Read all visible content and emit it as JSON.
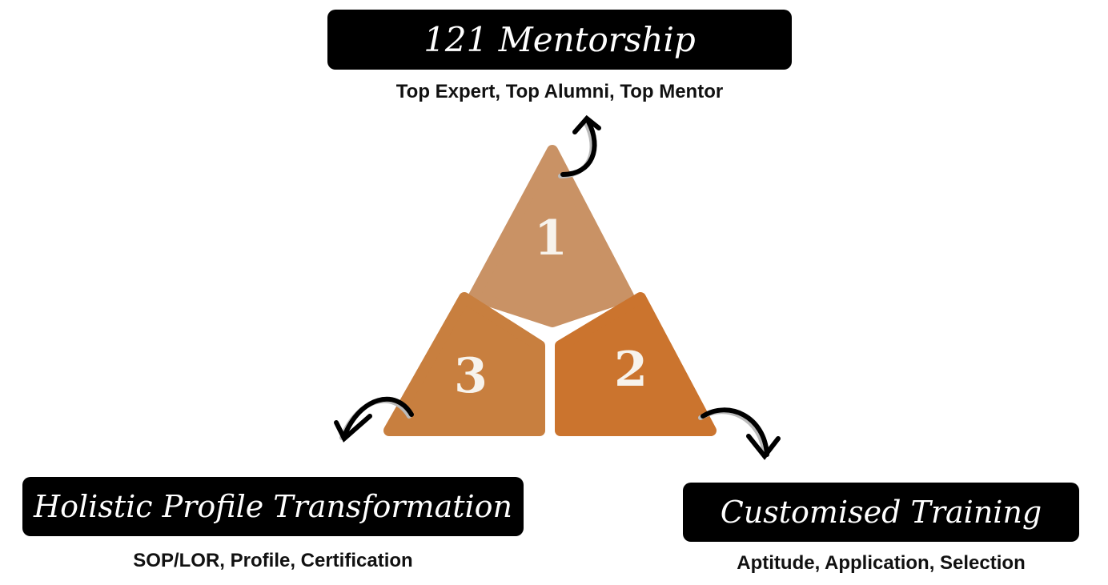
{
  "top": {
    "title": "121 Mentorship",
    "subtitle": "Top Expert, Top Alumni, Top Mentor"
  },
  "left": {
    "title": "Holistic Profile Transformation",
    "subtitle": "SOP/LOR, Profile, Certification"
  },
  "right": {
    "title": "Customised Training",
    "subtitle": "Aptitude, Application, Selection"
  },
  "segments": [
    {
      "number": "1",
      "color": "#C99265"
    },
    {
      "number": "2",
      "color": "#CB742E"
    },
    {
      "number": "3",
      "color": "#C87F3F"
    }
  ]
}
